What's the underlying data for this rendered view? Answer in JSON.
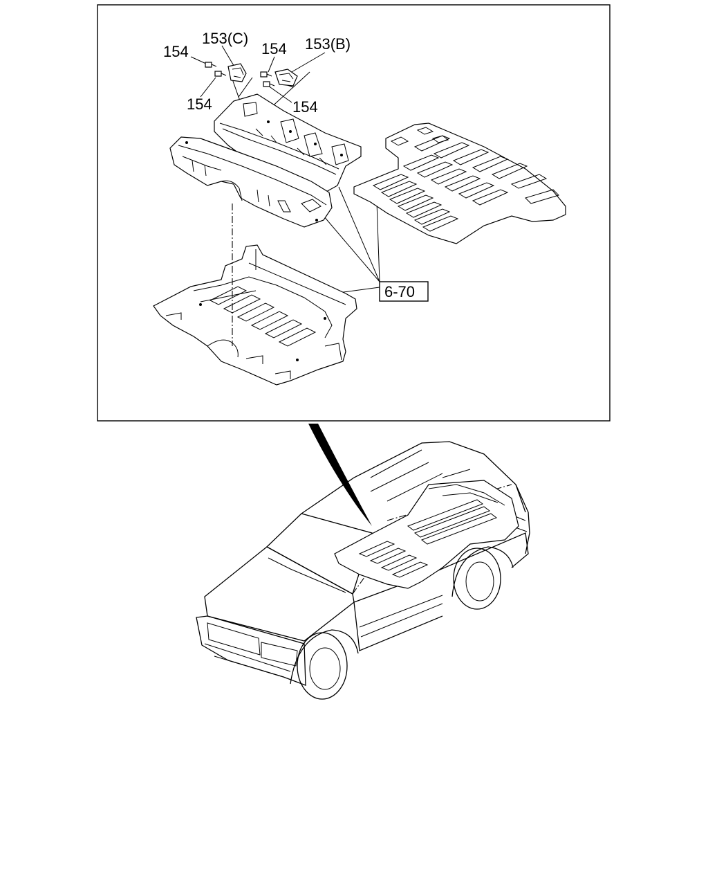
{
  "diagram": {
    "callouts": {
      "c153c": "153(C)",
      "c153b": "153(B)",
      "c154_top_left": "154",
      "c154_top_mid": "154",
      "c154_lower_left": "154",
      "c154_lower_right": "154",
      "ref_box": "6-70"
    },
    "parts": [
      "bracket-153c",
      "bracket-153b",
      "bolt-154",
      "rear-cross-member-panel",
      "rear-wheelhouse-panel",
      "cargo-floor-panel",
      "front-floor-panel"
    ],
    "vehicle": "suv-outline-with-floor-highlight"
  }
}
